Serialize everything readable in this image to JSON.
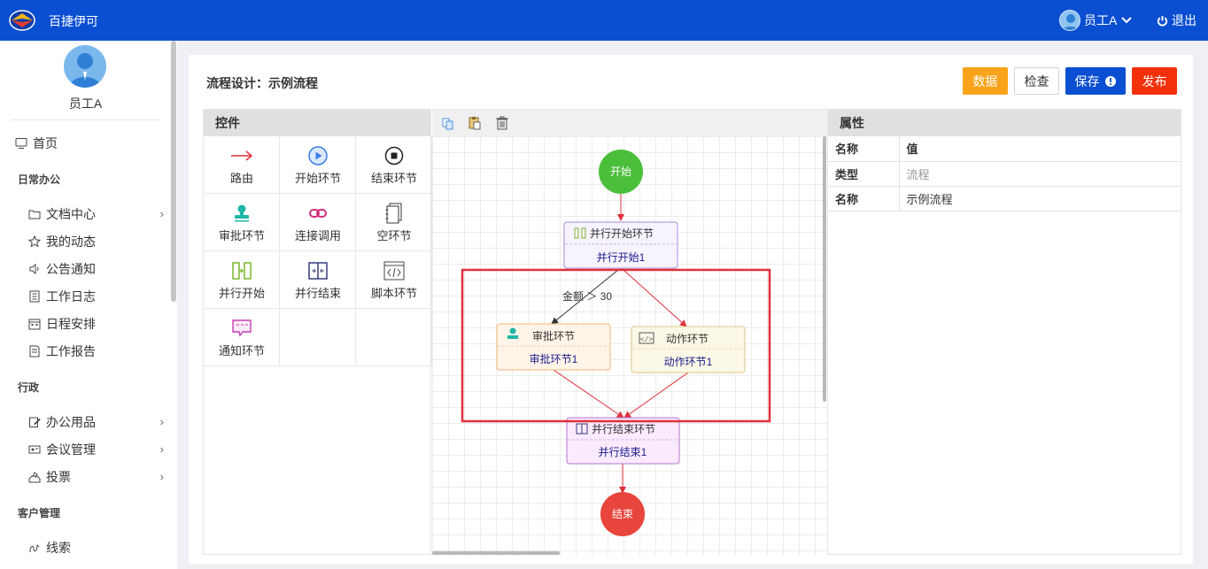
{
  "app": {
    "title": "百捷伊可"
  },
  "header": {
    "user_name": "员工A",
    "logout_label": "退出"
  },
  "sidebar": {
    "profile_name": "员工A",
    "home": "首页",
    "sections": {
      "daily": "日常办公",
      "admin": "行政",
      "crm": "客户管理"
    },
    "items": {
      "docs": "文档中心",
      "activity": "我的动态",
      "notice": "公告通知",
      "worklog": "工作日志",
      "schedule": "日程安排",
      "report": "工作报告",
      "office_supplies": "办公用品",
      "meeting": "会议管理",
      "vote": "投票",
      "leads": "线索"
    }
  },
  "page": {
    "title": "流程设计：示例流程",
    "buttons": {
      "data": "数据",
      "check": "检查",
      "save": "保存",
      "publish": "发布"
    }
  },
  "controls": {
    "header": "控件",
    "items": [
      "路由",
      "开始环节",
      "结束环节",
      "审批环节",
      "连接调用",
      "空环节",
      "并行开始",
      "并行结束",
      "脚本环节",
      "通知环节"
    ]
  },
  "flow": {
    "start": "开始",
    "end": "结束",
    "parallel_start_title": "并行开始环节",
    "parallel_start_name": "并行开始1",
    "approval_title": "审批环节",
    "approval_name": "审批环节1",
    "action_title": "动作环节",
    "action_name": "动作环节1",
    "parallel_end_title": "并行结束环节",
    "parallel_end_name": "并行结束1",
    "condition_label": "金额 ＞ 30"
  },
  "properties": {
    "header": "属性",
    "col_name": "名称",
    "col_value": "值",
    "rows": [
      {
        "key": "类型",
        "value": "流程"
      },
      {
        "key": "名称",
        "value": "示例流程"
      }
    ]
  },
  "colors": {
    "topbar": "#0a4fd1",
    "start_node": "#4bbf3a",
    "end_node": "#e8453c",
    "highlight_box": "#e0303a",
    "btn_data": "#f9a31a",
    "btn_save": "#0a4fd1",
    "btn_publish": "#f2310b"
  }
}
